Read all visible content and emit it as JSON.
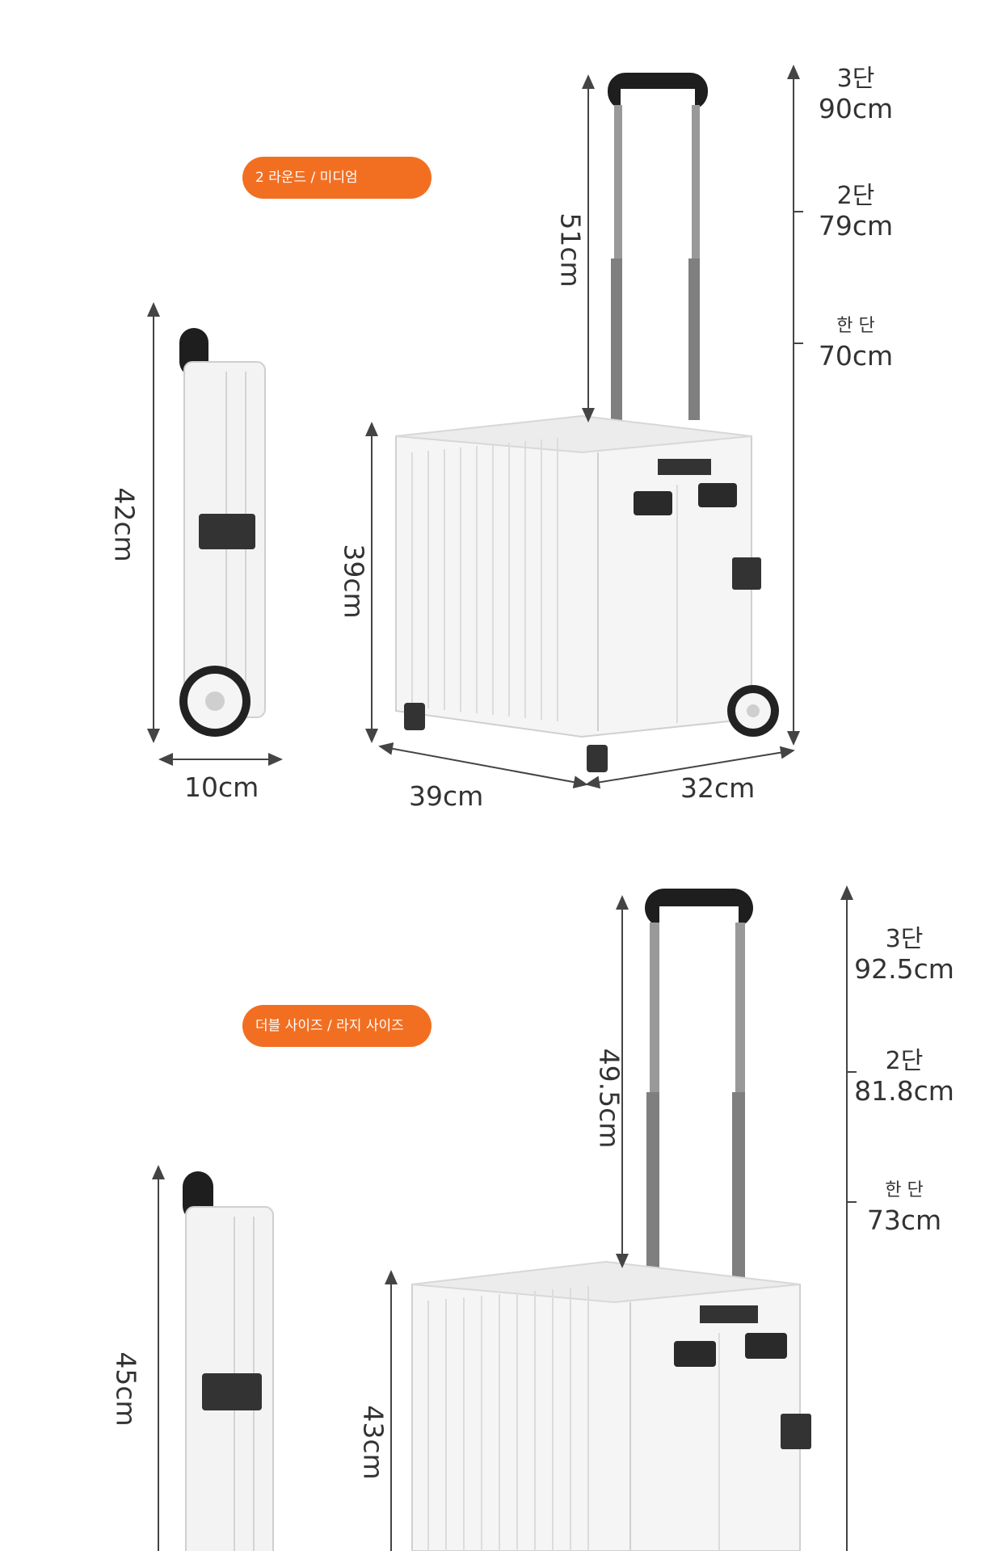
{
  "sections": [
    {
      "badge": "2 라운드 / 미디엄",
      "folded_height": "42cm",
      "folded_depth": "10cm",
      "box_height": "39cm",
      "handle_extension": "51cm",
      "box_width": "39cm",
      "box_depth": "32cm",
      "levels": [
        {
          "name": "3단",
          "value": "90cm"
        },
        {
          "name": "2단",
          "value": "79cm"
        },
        {
          "name": "한 단",
          "value": "70cm"
        }
      ]
    },
    {
      "badge": "더블 사이즈 / 라지 사이즈",
      "folded_height": "45cm",
      "box_height": "43cm",
      "handle_extension": "49.5cm",
      "levels": [
        {
          "name": "3단",
          "value": "92.5cm"
        },
        {
          "name": "2단",
          "value": "81.8cm"
        },
        {
          "name": "한 단",
          "value": "73cm"
        }
      ]
    }
  ],
  "colors": {
    "badge": "#f26f22",
    "handle": "#1e1e1e",
    "body": "#f5f5f5",
    "pole": "#8e8e8e",
    "line": "#444444"
  }
}
